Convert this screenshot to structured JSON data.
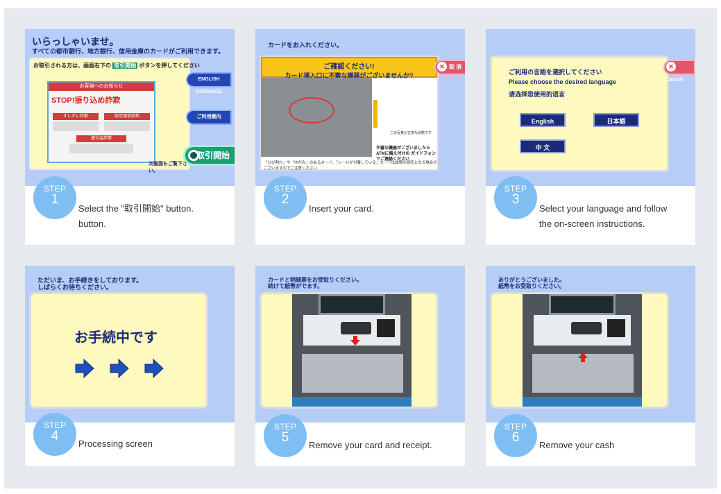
{
  "steps": [
    {
      "label": "STEP",
      "number": "1",
      "caption_line1": "Select the \"取引開始\" button.",
      "caption_line2": "button.",
      "screen": {
        "title": "いらっしゃいませ。",
        "subtitle": "すべての都市銀行、地方銀行、信用金庫のカードがご利用できます。",
        "instruction_pre": "お取引される方は、画面右下の",
        "instruction_hl": "取引開始",
        "instruction_post": "ボタンを押してください",
        "notice_title": "お客様へのお知らせ",
        "notice_stop": "STOP!振り込め詐欺",
        "fraud_1": "オレオレ詐欺",
        "fraud_2": "架空請求詐欺",
        "fraud_3": "還付金詐欺",
        "notice_link": "次画面もご覧下さい。",
        "btn_english": "ENGLISH GUIDANCE",
        "btn_guide": "ご利用案内",
        "btn_start": "取引開始"
      }
    },
    {
      "label": "STEP",
      "number": "2",
      "caption_line1": "Insert your card.",
      "screen": {
        "top": "カードをお入れください。",
        "confirm_a": "ご確認ください!",
        "confirm_b": "カード挿入口に不審な機器がございませんか?",
        "cancel": "取 消",
        "side_1": "この写真が正常な状態です",
        "side_2": "不審な機器がございましたら ATMに備え付けの ガイドフォンでご連絡ください",
        "note": "「ひび割れ」や「ゆがみ」のあるカード、「シールが付着している」カードは故障の原因となる場合がございますのでご注意ください"
      }
    },
    {
      "label": "STEP",
      "number": "3",
      "caption_line1": "Select your language and follow",
      "caption_line2": "the on-screen instructions.",
      "screen": {
        "line_jp": "ご利用の言語を選択してください",
        "line_en": "Please choose the desired language",
        "line_zh": "请选择您使用的语言",
        "cancel": "Cancel",
        "btn_en": "English",
        "btn_jp": "日本語",
        "btn_zh": "中 文"
      }
    },
    {
      "label": "STEP",
      "number": "4",
      "caption_line1": "Processing screen",
      "screen": {
        "top_1": "ただいま、お手続きをしております。",
        "top_2": "しばらくお待ちください。",
        "big": "お手続中です"
      }
    },
    {
      "label": "STEP",
      "number": "5",
      "caption_line1": "Remove your card and receipt.",
      "screen": {
        "top_1": "カードと明細票をお受取りください。",
        "top_2": "続けて紙幣がでます。"
      }
    },
    {
      "label": "STEP",
      "number": "6",
      "caption_line1": "Remove your cash",
      "screen": {
        "top_1": "ありがとうございました。",
        "top_2": "紙幣をお受取りください。"
      }
    }
  ],
  "colors": {
    "badge": "#7fbef2",
    "screen_bg": "#b6cdf7",
    "page_bg": "#e6e9ed",
    "title_blue": "#1c2a7a"
  }
}
